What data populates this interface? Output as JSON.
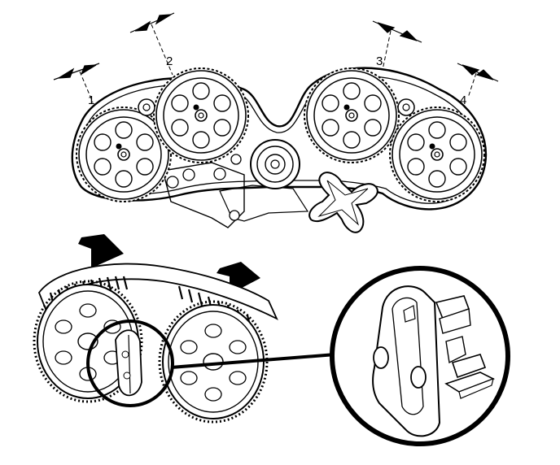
{
  "diagram": {
    "labels": {
      "mark_1": "1",
      "mark_2": "2",
      "mark_3": "3",
      "mark_4": "4"
    },
    "colors": {
      "ink": "#000000",
      "paper": "#ffffff"
    },
    "icons": [
      "arrow-down-right-icon",
      "magnifier-circle-icon",
      "timing-gear-icon",
      "timing-belt-icon",
      "locking-tool-icon"
    ]
  }
}
